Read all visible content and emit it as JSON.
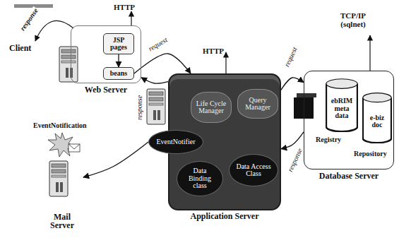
{
  "diagram": {
    "nodes": [
      {
        "text": [
          "Web Server"
        ]
      },
      {
        "text": [
          "JSP pages"
        ],
        "in": 0
      },
      {
        "text": [
          "beans"
        ],
        "in": 0
      },
      {
        "text": [
          "Application Server"
        ]
      },
      {
        "text": [
          "Life Cycle Manager"
        ],
        "in": 3
      },
      {
        "text": [
          "Query Manager"
        ],
        "in": 3
      },
      {
        "text": [
          "EventNotifier"
        ],
        "in": 3
      },
      {
        "text": [
          "Data Binding class"
        ],
        "in": 3
      },
      {
        "text": [
          "Data Access Class"
        ],
        "in": 3
      },
      {
        "text": [
          "Mail Server"
        ]
      },
      {
        "text": [
          "Database Server"
        ]
      },
      {
        "text": [
          "ebRIM meta data"
        ],
        "in": 10
      },
      {
        "text": [
          "e-biz doc"
        ],
        "in": 10
      }
    ],
    "edges": [
      {
        "from": 1,
        "to": 2,
        "arrow": "to"
      },
      {
        "from": 2,
        "to": 3,
        "label": "request",
        "arrow": "to"
      },
      {
        "from": 3,
        "to": 0,
        "label": "response",
        "arrow": "to"
      },
      {
        "from": 3,
        "to": 10,
        "label": "request",
        "arrow": "to"
      },
      {
        "from": 10,
        "to": 3,
        "label": "response",
        "arrow": "to"
      },
      {
        "from": 6,
        "to": 9,
        "arrow": "to"
      }
    ],
    "labels": [
      "Client",
      "response",
      "HTTP",
      "HTTP",
      "EventNotification",
      "TCP/IP (sqlnet)",
      "Registry",
      "Repository"
    ]
  }
}
